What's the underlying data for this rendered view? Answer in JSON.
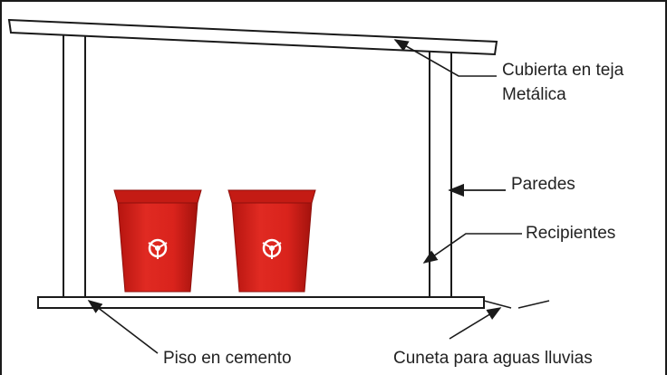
{
  "labels": {
    "roof_line1": "Cubierta en teja",
    "roof_line2": "Metálica",
    "walls": "Paredes",
    "containers": "Recipientes",
    "floor": "Piso en cemento",
    "gutter": "Cuneta para aguas lluvias"
  },
  "colors": {
    "container_red": "#d9231c",
    "line": "#1a1a1a"
  },
  "icons": {
    "container_symbol": "biohazard-icon"
  }
}
